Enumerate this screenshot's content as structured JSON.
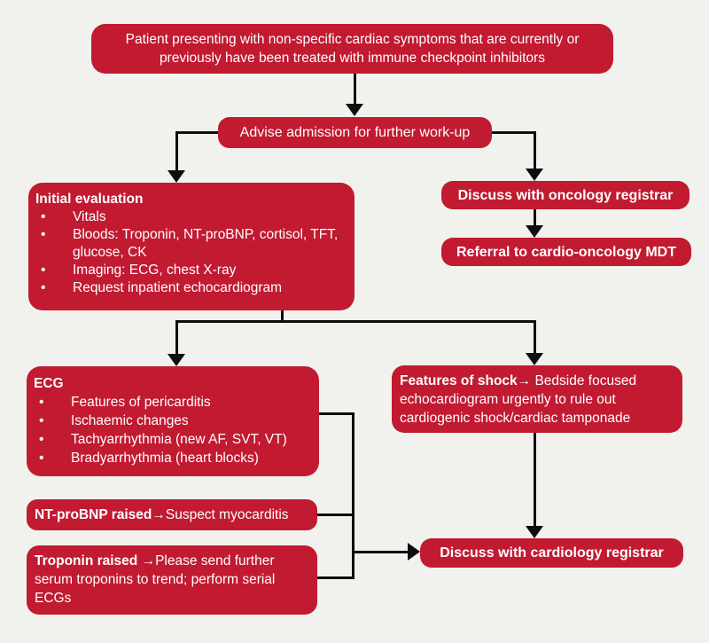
{
  "theme": {
    "background": "#f1f2ee",
    "node_color": "#c11a31",
    "line_color": "#0d0d0d",
    "text_color": "#ffffff"
  },
  "nodes": {
    "patient": {
      "text": "Patient presenting with non-specific cardiac symptoms that are currently or previously have been treated with immune checkpoint inhibitors"
    },
    "advise": {
      "text": "Advise admission for further work-up"
    },
    "initial_evaluation": {
      "title": "Initial evaluation",
      "bullets": [
        "Vitals",
        "Bloods: Troponin, NT-proBNP, cortisol, TFT, glucose, CK",
        "Imaging: ECG, chest X-ray",
        "Request inpatient echocardiogram"
      ]
    },
    "oncology_registrar": {
      "text": "Discuss with oncology registrar"
    },
    "referral_mdt": {
      "text": "Referral to cardio-oncology MDT"
    },
    "ecg": {
      "title": "ECG",
      "bullets": [
        "Features of pericarditis",
        "Ischaemic changes",
        "Tachyarrhythmia (new AF, SVT, VT)",
        "Bradyarrhythmia (heart blocks)"
      ]
    },
    "shock": {
      "lead": "Features of shock",
      "rest": "→ Bedside focused echocardiogram urgently to rule out cardiogenic shock/cardiac tamponade"
    },
    "ntprobnp": {
      "lead": "NT-proBNP raised",
      "rest": "→Suspect myocarditis"
    },
    "troponin": {
      "lead": "Troponin raised",
      "rest": " →Please send further serum troponins to trend; perform serial ECGs"
    },
    "cardiology_registrar": {
      "text": "Discuss with cardiology registrar"
    }
  }
}
